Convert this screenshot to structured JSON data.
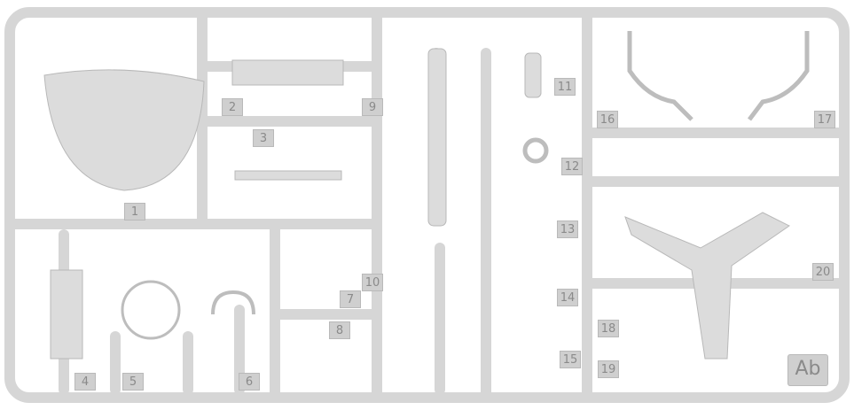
{
  "sprue": {
    "part_numbers": [
      "1",
      "2",
      "3",
      "4",
      "5",
      "6",
      "7",
      "8",
      "9",
      "10",
      "11",
      "12",
      "13",
      "14",
      "15",
      "16",
      "17",
      "18",
      "19",
      "20"
    ],
    "sprue_code": "Ab",
    "colors": {
      "plastic": "#d6d6d6",
      "shadow": "#b8b8b8",
      "tag_text": "#8a8a8a",
      "background": "#ffffff"
    }
  }
}
